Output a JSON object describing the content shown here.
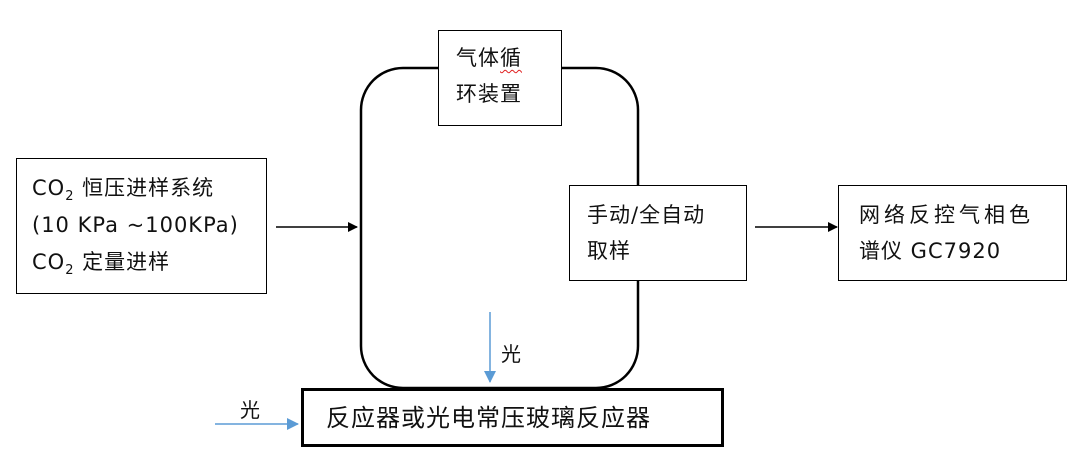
{
  "diagram": {
    "colors": {
      "stroke": "#000000",
      "light_arrow": "#5B9BD5",
      "spell_underline": "#E02020"
    },
    "co2_box": {
      "line1_prefix": "CO",
      "line1_sub": "2",
      "line1_text": " 恒压进样系统",
      "line2": "(10 KPa ~100KPa)",
      "line3_prefix": "CO",
      "line3_sub": "2",
      "line3_text": " 定量进样"
    },
    "circulation_box": {
      "line1_a": "气体",
      "line1_b": "循",
      "line2": "环装置"
    },
    "sampling_box": {
      "line1": "手动/全自动",
      "line2": "取样"
    },
    "gc_box": {
      "line1": "网络反控气相色",
      "line2": "谱仪 GC7920"
    },
    "reactor_box": {
      "label": "反应器或光电常压玻璃反应器"
    },
    "light_labels": {
      "top": "光",
      "left": "光"
    }
  }
}
